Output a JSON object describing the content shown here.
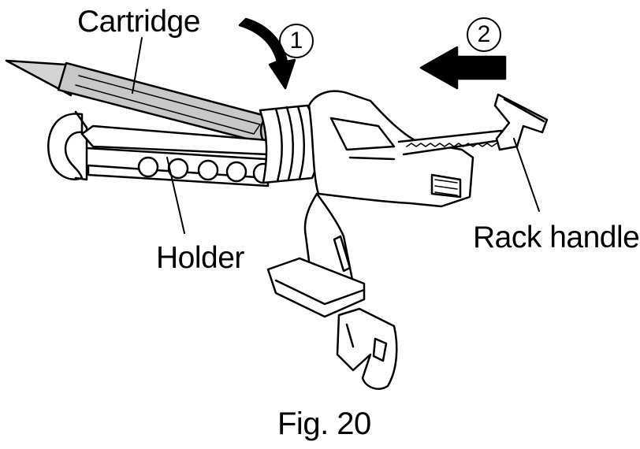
{
  "labels": {
    "cartridge": "Cartridge",
    "holder": "Holder",
    "rack_handle": "Rack handle"
  },
  "steps": {
    "step1": "1",
    "step2": "2"
  },
  "caption": "Fig. 20",
  "colors": {
    "line": "#000000",
    "cartridge_fill": "#c8c8c8",
    "background": "#ffffff"
  }
}
